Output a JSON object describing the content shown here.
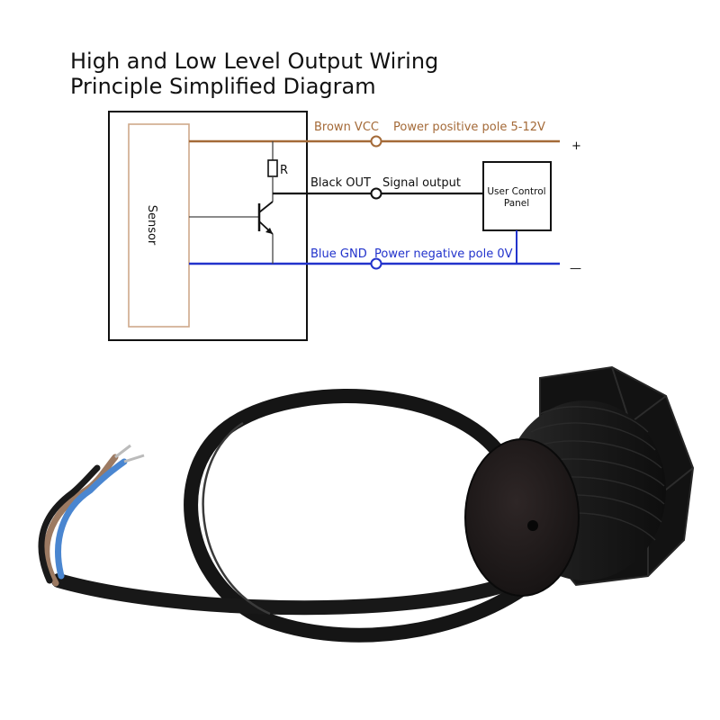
{
  "title": {
    "line1": "High and Low Level Output Wiring",
    "line2": "Principle Simplified Diagram"
  },
  "sensor_label": "Sensor",
  "resistor_label": "R",
  "wires": {
    "brown": {
      "label": "Brown VCC",
      "desc": "Power positive pole 5-12V",
      "color": "#a46a38"
    },
    "black": {
      "label": "Black OUT",
      "desc": "Signal output",
      "color": "#111111"
    },
    "blue": {
      "label": "Blue GND",
      "desc": "Power negative pole 0V",
      "color": "#2233cc"
    }
  },
  "panel": {
    "line1": "User Control",
    "line2": "Panel"
  },
  "symbols": {
    "plus": "+",
    "minus": "—"
  },
  "colors": {
    "sensor_box": "#cfa98a",
    "outline": "#111111"
  }
}
